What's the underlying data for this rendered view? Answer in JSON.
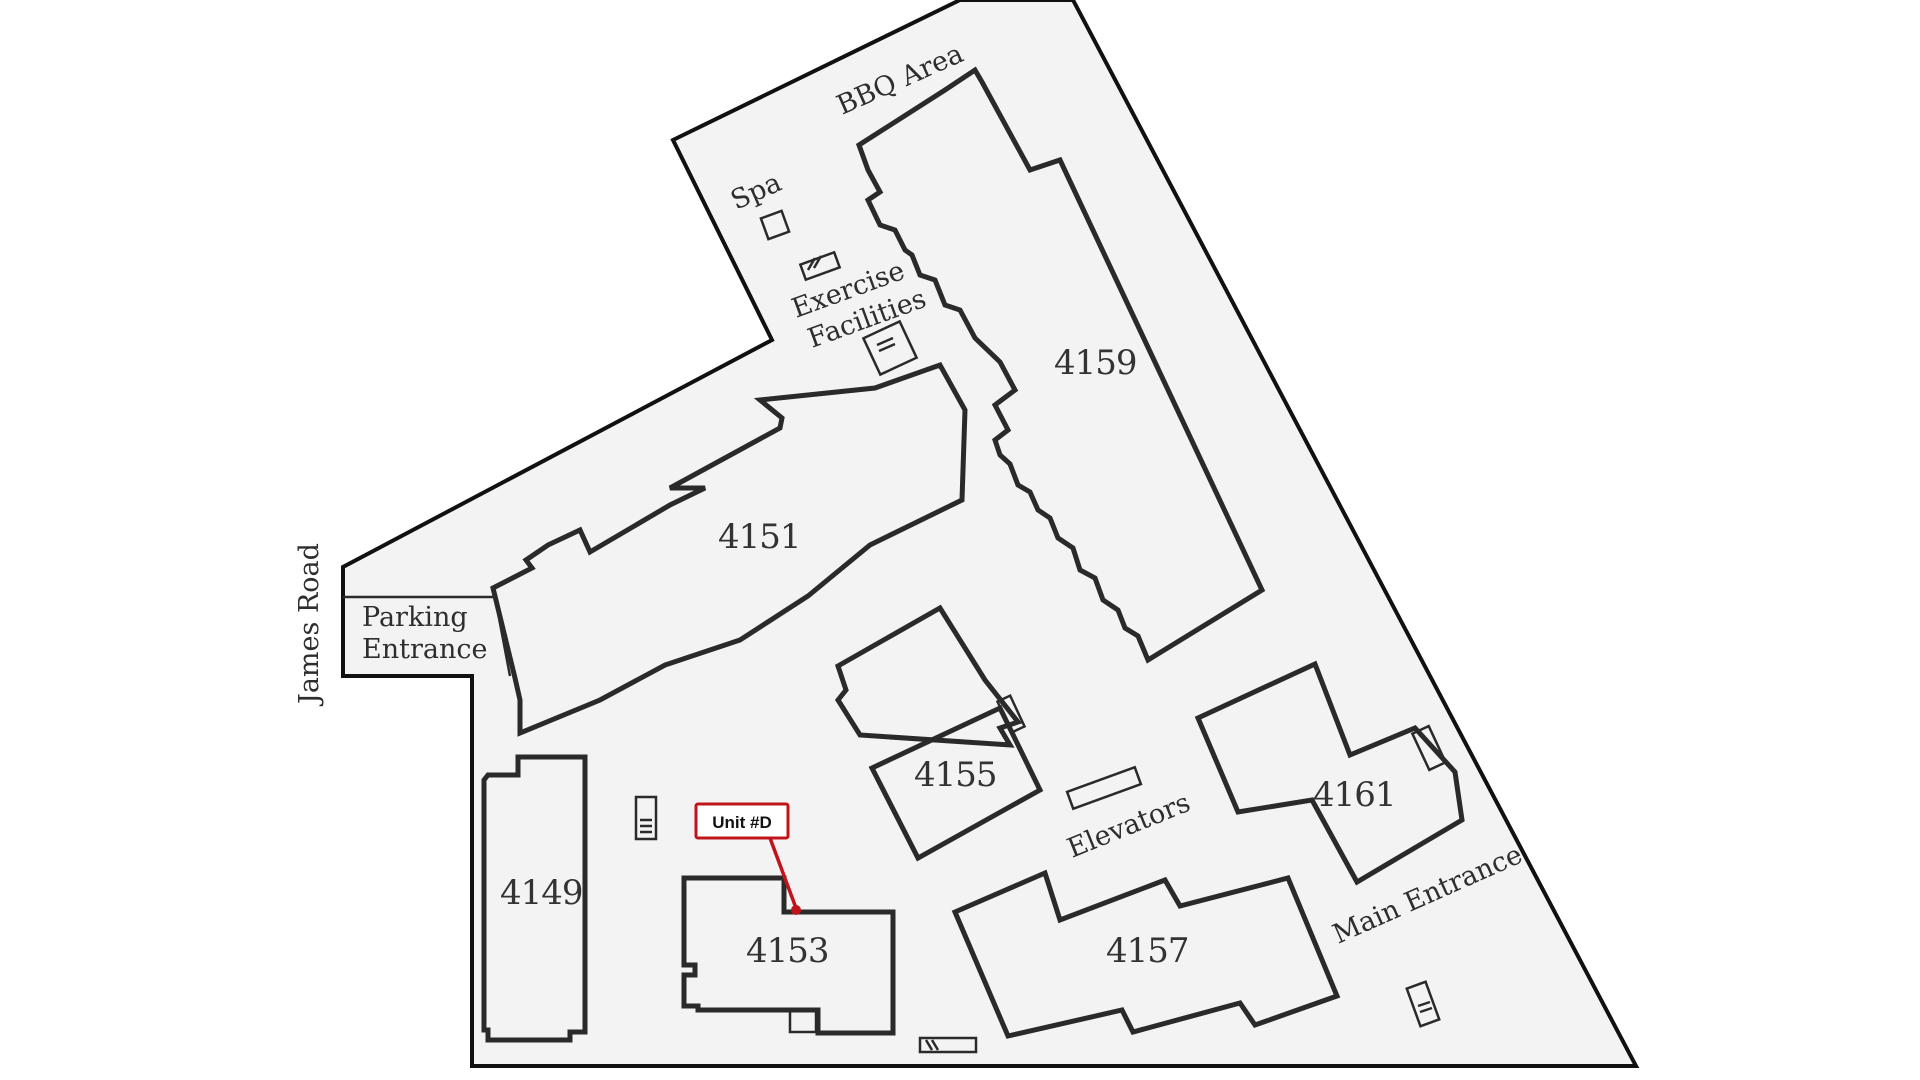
{
  "map": {
    "labels": {
      "bbq_area": "BBQ Area",
      "spa": "Spa",
      "exercise_line1": "Exercise",
      "exercise_line2": "Facilities",
      "parking_line1": "Parking",
      "parking_line2": "Entrance",
      "james_road": "James Road",
      "elevators": "Elevators",
      "main_entrance": "Main Entrance"
    },
    "buildings": {
      "b4149": "4149",
      "b4151": "4151",
      "b4153": "4153",
      "b4155": "4155",
      "b4157": "4157",
      "b4159": "4159",
      "b4161": "4161"
    },
    "callout": {
      "unit_label": "Unit #D",
      "color": "#c0141b"
    },
    "icons": [
      "stair-icon",
      "spa-pool-icon",
      "elevator-icon"
    ]
  }
}
